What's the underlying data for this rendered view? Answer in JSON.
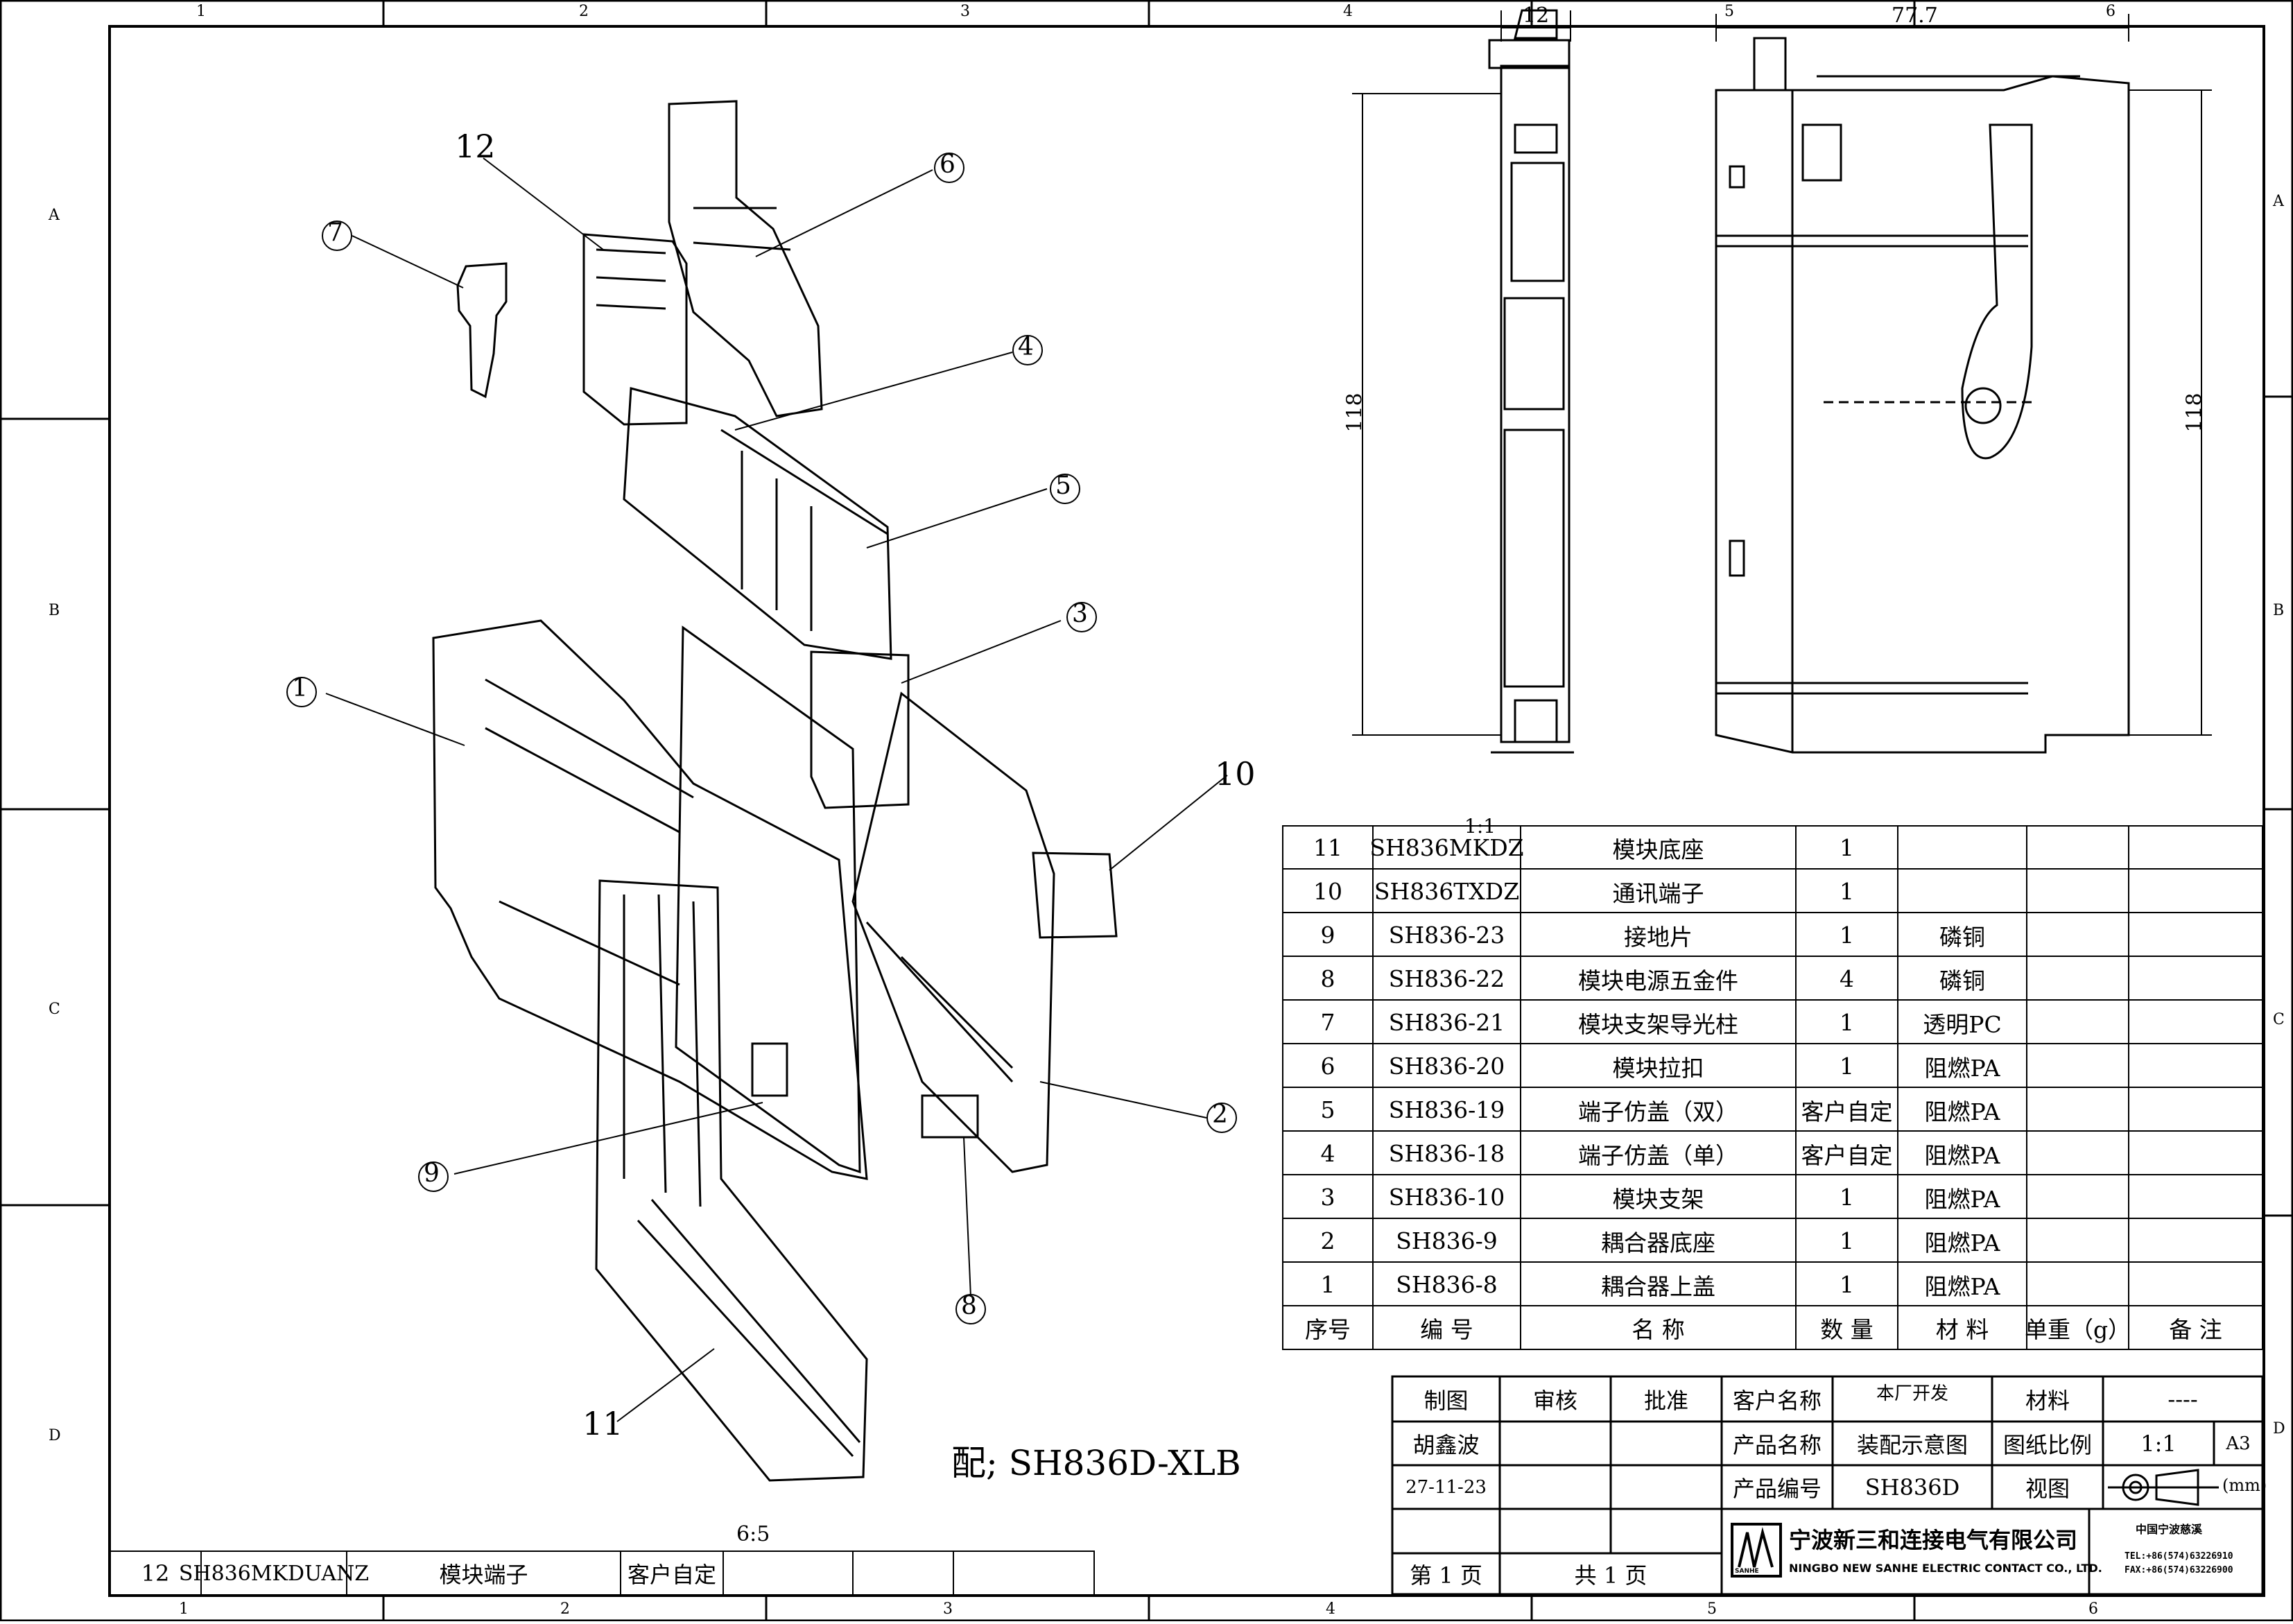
{
  "zones": {
    "columns": [
      "1",
      "2",
      "3",
      "4",
      "5",
      "6"
    ],
    "rows": [
      "A",
      "B",
      "C",
      "D"
    ]
  },
  "exploded_view": {
    "callouts": [
      "1",
      "2",
      "3",
      "4",
      "5",
      "6",
      "7",
      "8",
      "9",
      "10",
      "11",
      "12"
    ],
    "assembly_note": "配; SH836D-XLB",
    "scale_label": "6:5"
  },
  "side_views": {
    "dim_width_small": "12",
    "dim_width_large": "77.7",
    "dim_height_left": "118",
    "dim_height_right": "118",
    "scale_label": "1:1"
  },
  "bom": {
    "rows": [
      {
        "no": "11",
        "code": "SH836MKDZ",
        "name": "模块底座",
        "qty": "1",
        "material": "",
        "weight": "",
        "note": ""
      },
      {
        "no": "10",
        "code": "SH836TXDZ",
        "name": "通讯端子",
        "qty": "1",
        "material": "",
        "weight": "",
        "note": ""
      },
      {
        "no": "9",
        "code": "SH836-23",
        "name": "接地片",
        "qty": "1",
        "material": "磷铜",
        "weight": "",
        "note": ""
      },
      {
        "no": "8",
        "code": "SH836-22",
        "name": "模块电源五金件",
        "qty": "4",
        "material": "磷铜",
        "weight": "",
        "note": ""
      },
      {
        "no": "7",
        "code": "SH836-21",
        "name": "模块支架导光柱",
        "qty": "1",
        "material": "透明PC",
        "weight": "",
        "note": ""
      },
      {
        "no": "6",
        "code": "SH836-20",
        "name": "模块拉扣",
        "qty": "1",
        "material": "阻燃PA",
        "weight": "",
        "note": ""
      },
      {
        "no": "5",
        "code": "SH836-19",
        "name": "端子仿盖（双）",
        "qty": "客户自定",
        "material": "阻燃PA",
        "weight": "",
        "note": ""
      },
      {
        "no": "4",
        "code": "SH836-18",
        "name": "端子仿盖（单）",
        "qty": "客户自定",
        "material": "阻燃PA",
        "weight": "",
        "note": ""
      },
      {
        "no": "3",
        "code": "SH836-10",
        "name": "模块支架",
        "qty": "1",
        "material": "阻燃PA",
        "weight": "",
        "note": ""
      },
      {
        "no": "2",
        "code": "SH836-9",
        "name": "耦合器底座",
        "qty": "1",
        "material": "阻燃PA",
        "weight": "",
        "note": ""
      },
      {
        "no": "1",
        "code": "SH836-8",
        "name": "耦合器上盖",
        "qty": "1",
        "material": "阻燃PA",
        "weight": "",
        "note": ""
      }
    ],
    "headers": {
      "no": "序号",
      "code": "编 号",
      "name": "名   称",
      "qty": "数 量",
      "material": "材 料",
      "weight": "单重（g）",
      "note": "备 注"
    },
    "extra_row": {
      "no": "12",
      "code": "SH836MKDUANZ",
      "name": "模块端子",
      "qty": "客户自定"
    }
  },
  "title_block": {
    "drawn_label": "制图",
    "check_label": "审核",
    "approve_label": "批准",
    "drawn_by": "胡鑫波",
    "date": "27-11-23",
    "customer_label": "客户名称",
    "customer_value": "本厂开发",
    "material_label": "材料",
    "material_value": "----",
    "product_name_label": "产品名称",
    "product_name_value": "装配示意图",
    "scale_label": "图纸比例",
    "scale_value": "1:1",
    "size_value": "A3",
    "product_no_label": "产品编号",
    "product_no_value": "SH836D",
    "view_label": "视图",
    "unit_label": "(mm)",
    "page_label": "第 1 页",
    "total_label": "共 1 页",
    "company_cn": "宁波新三和连接电气有限公司",
    "company_en": "NINGBO NEW SANHE ELECTRIC CONTACT CO., LTD.",
    "logo_text": "SANHE",
    "seal_text": "中国宁波慈溪",
    "tel": "TEL:+86(574)63226910",
    "fax": "FAX:+86(574)63226900"
  }
}
